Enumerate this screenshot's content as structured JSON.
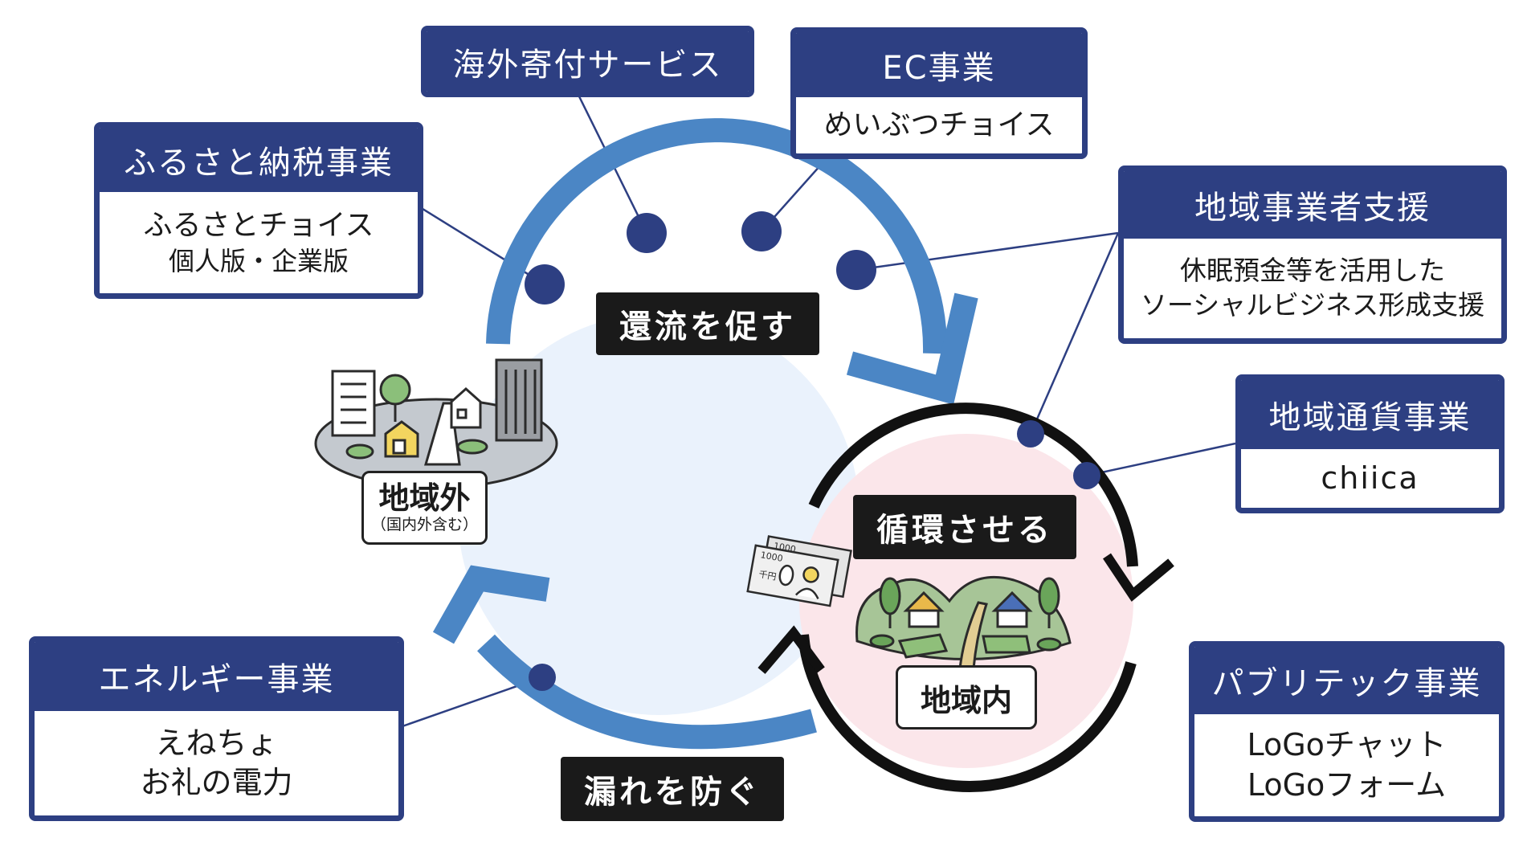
{
  "cards": {
    "furusato": {
      "title": "ふるさと納税事業",
      "lines": [
        "ふるさとチョイス",
        "個人版・企業版"
      ]
    },
    "overseas": {
      "title": "海外寄付サービス"
    },
    "ec": {
      "title": "EC事業",
      "lines": [
        "めいぶつチョイス"
      ]
    },
    "regional_support": {
      "title": "地域事業者支援",
      "lines": [
        "休眠預金等を活用した",
        "ソーシャルビジネス形成支援"
      ]
    },
    "currency": {
      "title": "地域通貨事業",
      "lines": [
        "chiica"
      ]
    },
    "energy": {
      "title": "エネルギー事業",
      "lines": [
        "えねちょ",
        "お礼の電力"
      ]
    },
    "pubtech": {
      "title": "パブリテック事業",
      "lines": [
        "LoGoチャット",
        "LoGoフォーム"
      ]
    }
  },
  "tags": {
    "return_flow": "還流を促す",
    "circulate": "循環させる",
    "prevent_leak": "漏れを防ぐ"
  },
  "places": {
    "outside": {
      "name": "地域外",
      "note": "（国内外含む）"
    },
    "inside": {
      "name": "地域内"
    }
  },
  "banknote": {
    "denomination": "1000",
    "label": "千円"
  },
  "colors": {
    "navy": "#2d3f82",
    "flow_blue": "#4b86c5",
    "outer_fill": "#eaf2fc",
    "inner_fill": "#fbe6ea",
    "inner_ring": "#111111",
    "tag_bg": "#1a1a1a"
  }
}
